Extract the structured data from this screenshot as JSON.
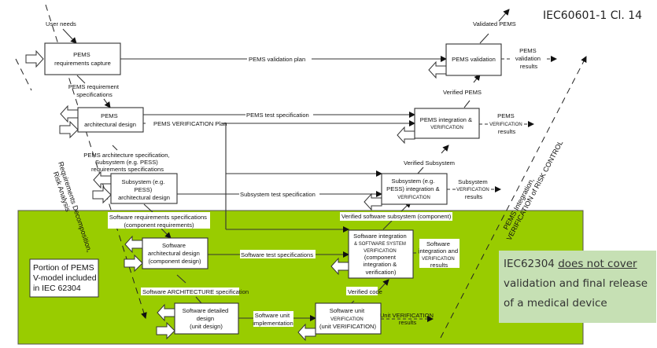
{
  "title": "IEC60601-1  Cl. 14",
  "colors": {
    "green_region": "#99cc00",
    "note_bg": "#c6e0b4"
  },
  "boxes": {
    "req_capture": [
      "PEMS",
      "requirements capture"
    ],
    "arch_design": [
      "PEMS",
      "architectural design"
    ],
    "subsys_arch": [
      "Subsystem (e.g.",
      "PESS)",
      "architectural design"
    ],
    "sw_arch": [
      "Software",
      "architectural design",
      "(component design)"
    ],
    "sw_detail": [
      "Software detailed",
      "design",
      "(unit design)"
    ],
    "sw_unit": [
      "Software unit",
      "VERIFICATION",
      "(unit VERIFICATION)"
    ],
    "sw_integ": [
      "Software integration",
      "& SOFTWARE SYSTEM",
      "VERIFICATION",
      "(component",
      "integration &",
      "verification)"
    ],
    "subsys_integ": [
      "Subsystem (e.g.",
      "PESS) integration &",
      "VERIFICATION"
    ],
    "pems_integ": [
      "PEMS integration &",
      "VERIFICATION"
    ],
    "pems_valid": [
      "PEMS validation"
    ],
    "portion": [
      "Portion of PEMS",
      "V-model included",
      "in IEC 62304"
    ]
  },
  "labels": {
    "user_needs": "User needs",
    "pems_req_spec": [
      "PEMS requirement",
      "specifications"
    ],
    "pems_arch_spec": [
      "PEMS architecture specification,",
      "Subsystem (e.g. PESS)",
      "requirements specifications"
    ],
    "sw_req_spec": [
      "Software requirements specifications",
      "(component requirements)"
    ],
    "sw_arch_spec": "Software ARCHITECTURE specification",
    "sw_unit_impl": [
      "Software unit",
      "implementation"
    ],
    "verified_code": "Verified code",
    "verified_sw_subsys": "Verified software subsystem (component)",
    "verified_subsys": "Verified Subsystem",
    "verified_pems": "Verified PEMS",
    "validated_pems": "Validated PEMS",
    "pems_validation_plan": "PEMS validation plan",
    "pems_test_spec": "PEMS test specification",
    "pems_verif_plan": "PEMS VERIFICATION Plan",
    "subsys_test_spec": "Subsystem test specification",
    "sw_test_spec": "Software test specifications",
    "pems_valid_results": [
      "PEMS",
      "validation",
      "results"
    ],
    "pems_verif_results": [
      "PEMS",
      "VERIFICATION",
      "results"
    ],
    "subsys_verif_results": [
      "Subsystem",
      "VERIFICATION",
      "results"
    ],
    "sw_integ_results": [
      "Software",
      "integration and",
      "VERIFICATION",
      "results"
    ],
    "unit_verif_results": [
      "Unit VERIFICATION",
      "results"
    ],
    "left_diag": [
      "Requirements Decomposition,",
      "Risk Analysis"
    ],
    "right_diag": [
      "PEMS Integration,",
      "VERIFICATION of RISK CONTROL"
    ]
  },
  "note": {
    "part1": "IEC62304 ",
    "underlined": "does not cover",
    "line2": "validation and final release",
    "line3": "of a medical device"
  }
}
